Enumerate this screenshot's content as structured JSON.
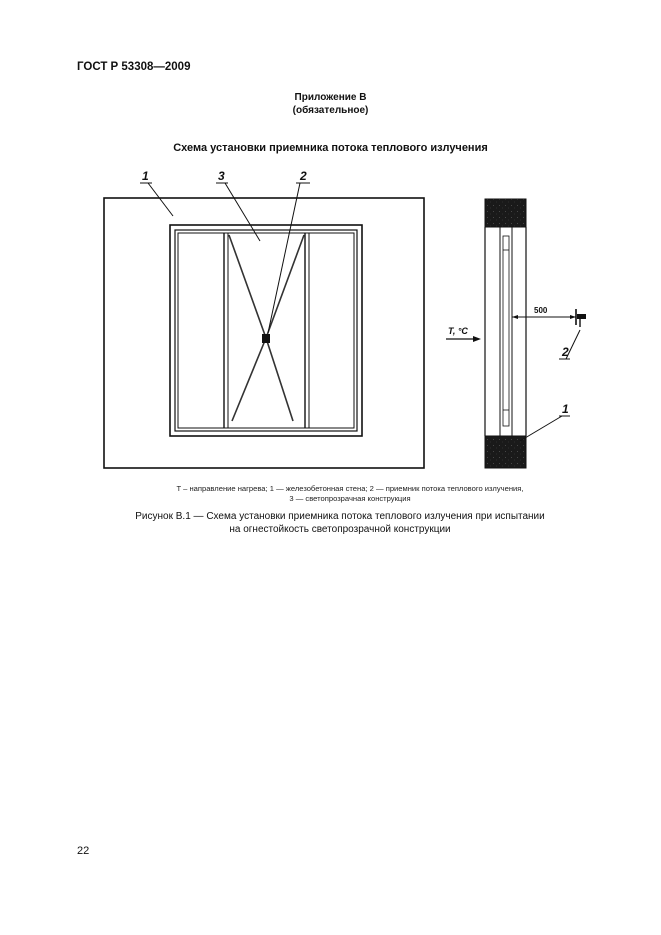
{
  "header": {
    "standard": "ГОСТ Р 53308—2009"
  },
  "appendix": {
    "title": "Приложение В",
    "status": "(обязательное)"
  },
  "scheme": {
    "title": "Схема установки приемника потока теплового излучения"
  },
  "figure": {
    "labels": {
      "wall": "1",
      "receiver": "2",
      "construction": "3"
    },
    "side_view": {
      "arrow_label": "T, °C",
      "distance": "500",
      "receiver_label": "2",
      "wall_label": "1"
    }
  },
  "legend": {
    "line1": "T –  направление нагрева; 1 — железобетонная стена; 2 — приемник потока теплового излучения,",
    "line2": "3 — светопрозрачная конструкция"
  },
  "caption": {
    "line1": "Рисунок В.1 — Схема установки приемника потока теплового излучения при испытании",
    "line2": "на огнестойкость светопрозрачной конструкции"
  },
  "page": {
    "number": "22"
  }
}
